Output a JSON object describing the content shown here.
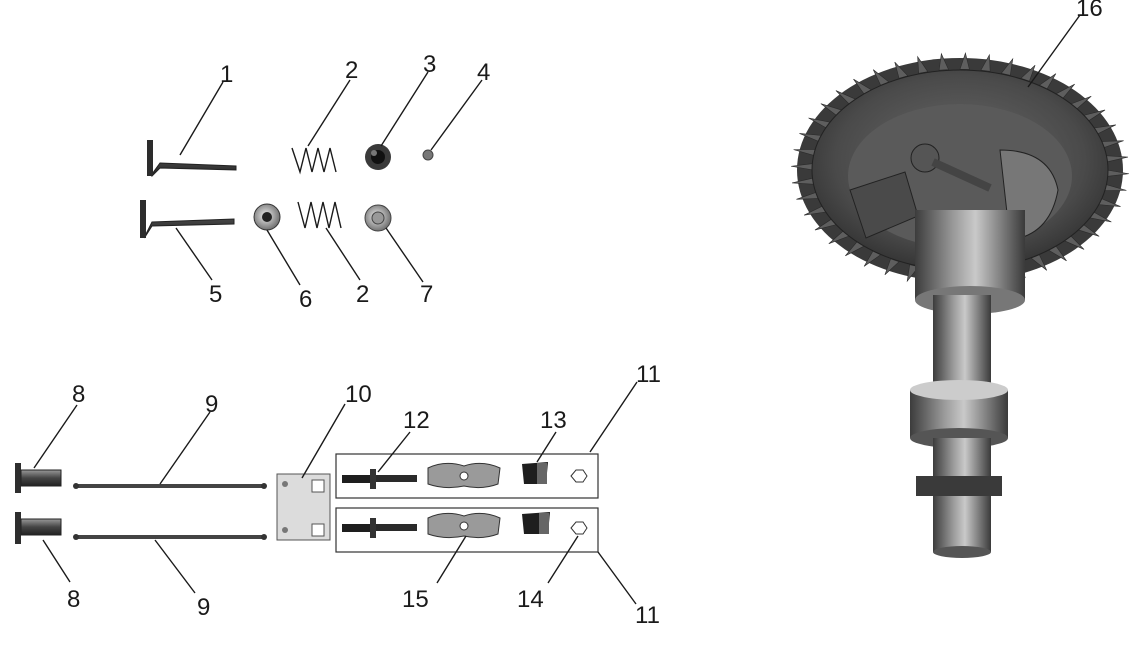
{
  "callouts": {
    "c1": "1",
    "c2a": "2",
    "c2b": "2",
    "c3": "3",
    "c4": "4",
    "c5": "5",
    "c6": "6",
    "c7": "7",
    "c8a": "8",
    "c8b": "8",
    "c9a": "9",
    "c9b": "9",
    "c10": "10",
    "c11a": "11",
    "c11b": "11",
    "c12": "12",
    "c13": "13",
    "c14": "14",
    "c15": "15",
    "c16": "16"
  }
}
